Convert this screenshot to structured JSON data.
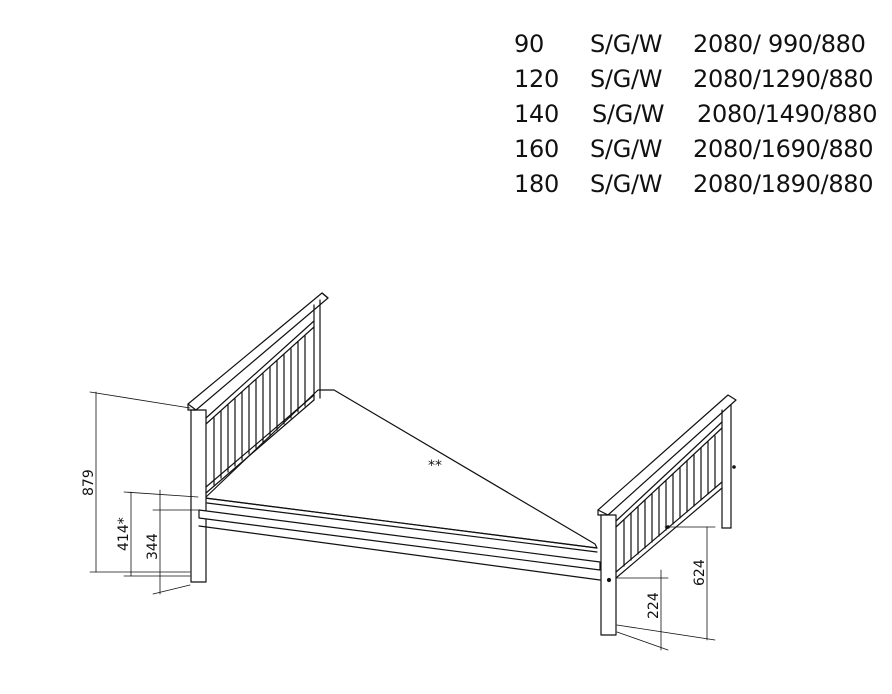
{
  "spec_rows": [
    {
      "size": "90",
      "finish": "S/G/W",
      "dims": "2080/ 990/880"
    },
    {
      "size": "120",
      "finish": "S/G/W",
      "dims": "2080/1290/880"
    },
    {
      "size": "140",
      "finish": "S/G/W",
      "dims": "2080/1490/880"
    },
    {
      "size": "160",
      "finish": "S/G/W",
      "dims": "2080/1690/880"
    },
    {
      "size": "180",
      "finish": "S/G/W",
      "dims": "2080/1890/880"
    }
  ],
  "dimensions": {
    "headboard_height": "879",
    "sleeping_height": "414*",
    "frame_height": "344",
    "footboard_height": "624",
    "underbed_clearance": "224"
  },
  "mattress_marker": "**"
}
